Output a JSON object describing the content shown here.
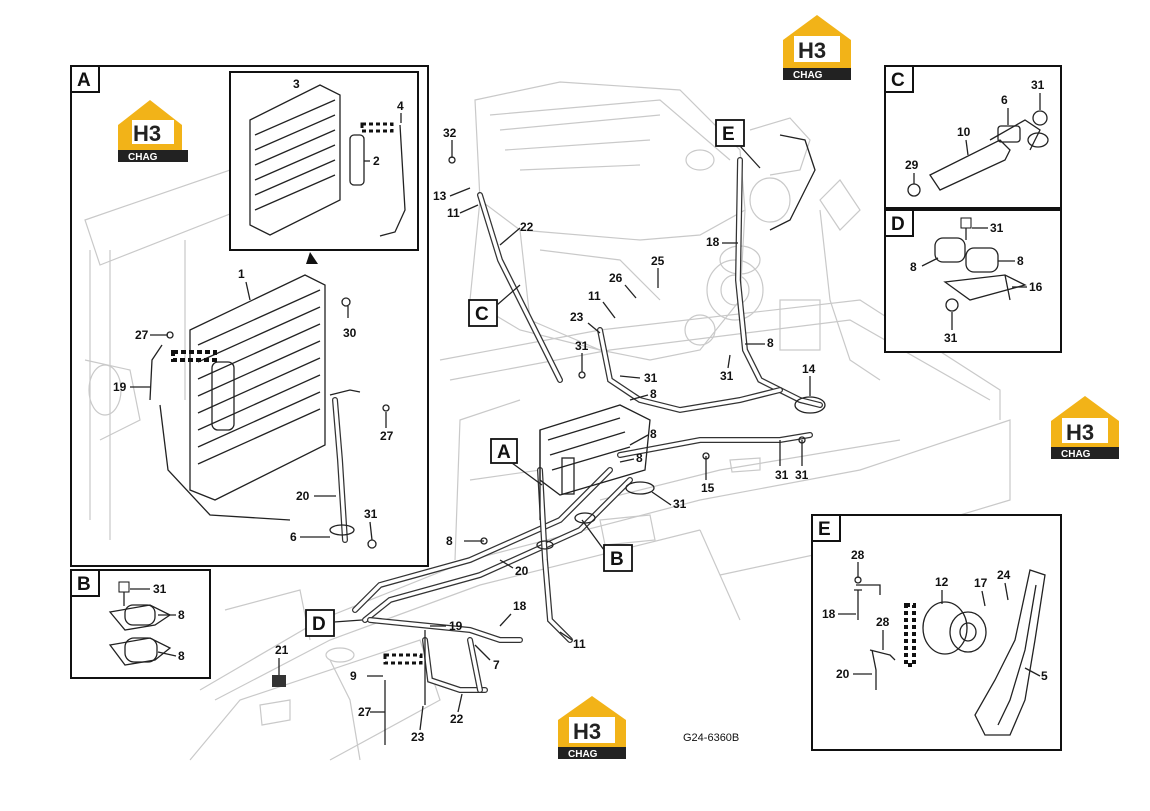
{
  "logo": {
    "top": "H3",
    "bottom": "CHAG"
  },
  "drawing_code": "G24-6360B",
  "panels": {
    "A": {
      "letter": "A",
      "labels": [
        "3",
        "4",
        "2",
        "1",
        "27",
        "30",
        "19",
        "27",
        "20",
        "31",
        "6"
      ]
    },
    "B": {
      "letter": "B",
      "labels": [
        "31",
        "8",
        "8"
      ]
    },
    "C": {
      "letter": "C",
      "labels": [
        "31",
        "6",
        "10",
        "29"
      ]
    },
    "D": {
      "letter": "D",
      "labels": [
        "31",
        "8",
        "8",
        "16",
        "31"
      ]
    },
    "E": {
      "letter": "E",
      "labels": [
        "28",
        "12",
        "17",
        "24",
        "18",
        "28",
        "20",
        "5"
      ]
    }
  },
  "callouts": [
    "A",
    "B",
    "C",
    "D",
    "E"
  ],
  "main_labels": [
    "32",
    "13",
    "11",
    "22",
    "26",
    "25",
    "11",
    "23",
    "31",
    "18",
    "8",
    "31",
    "31",
    "8",
    "14",
    "8",
    "8",
    "31",
    "31",
    "15",
    "31",
    "8",
    "20",
    "18",
    "19",
    "11",
    "7",
    "21",
    "9",
    "27",
    "23",
    "22"
  ]
}
